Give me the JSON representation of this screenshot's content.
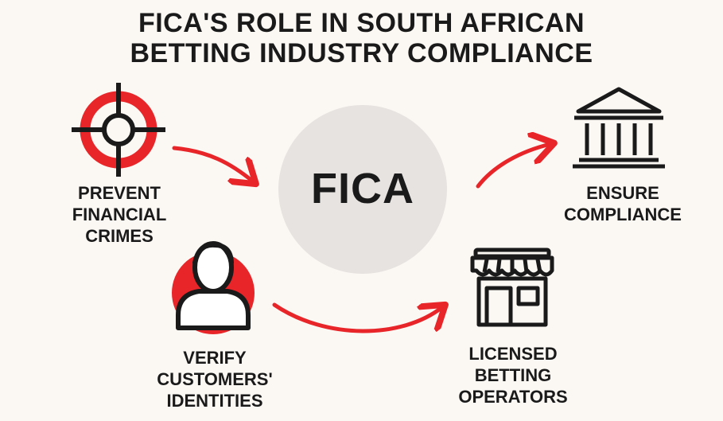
{
  "title": {
    "line1": "FICA'S ROLE IN SOUTH AFRICAN",
    "line2": "BETTING INDUSTRY COMPLIANCE"
  },
  "center": {
    "label": "FICA"
  },
  "nodes": {
    "prevent": {
      "icon": "crosshair-target-icon",
      "lines": [
        "PREVENT",
        "FINANCIAL",
        "CRIMES"
      ]
    },
    "verify": {
      "icon": "person-icon",
      "lines": [
        "VERIFY",
        "CUSTOMERS'",
        "IDENTITIES"
      ]
    },
    "ensure": {
      "icon": "government-building-icon",
      "lines": [
        "ENSURE",
        "COMPLIANCE"
      ]
    },
    "licensed": {
      "icon": "storefront-icon",
      "lines": [
        "LICENSED",
        "BETTING",
        "OPERATORS"
      ]
    }
  },
  "colors": {
    "accent": "#e8262a",
    "circle": "#e6e3e0",
    "ink": "#1a1a1a",
    "background": "#fbf8f4"
  }
}
